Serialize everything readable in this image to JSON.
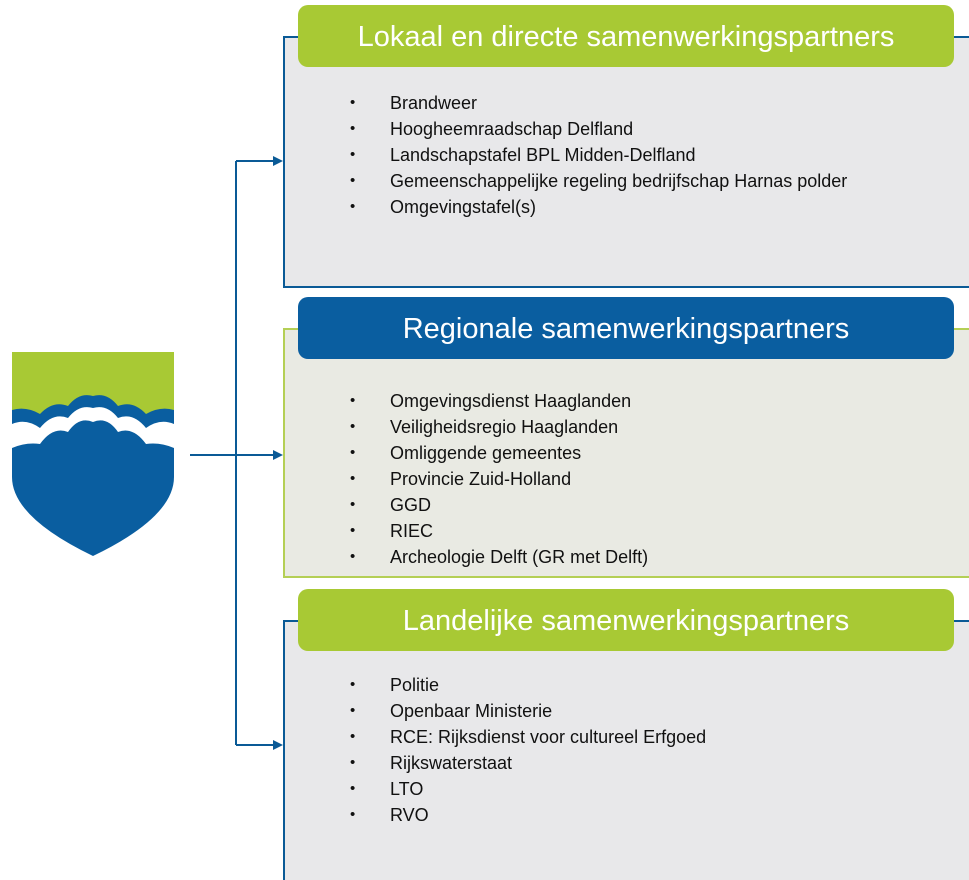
{
  "colors": {
    "green": "#a8c934",
    "blue": "#0a5ea0",
    "panel_gray": "#e8e8ea"
  },
  "logo": {
    "name": "shield-logo"
  },
  "groups": [
    {
      "title": "Lokaal en directe samenwerkingspartners",
      "items": [
        "Brandweer",
        "Hoogheemraadschap Delfland",
        "Landschapstafel BPL Midden-Delfland",
        "Gemeenschappelijke regeling bedrijfschap Harnas polder",
        "Omgevingstafel(s)"
      ]
    },
    {
      "title": "Regionale samenwerkingspartners",
      "items": [
        "Omgevingsdienst Haaglanden",
        "Veiligheidsregio Haaglanden",
        "Omliggende gemeentes",
        "Provincie Zuid-Holland",
        "GGD",
        "RIEC",
        "Archeologie Delft (GR met Delft)"
      ]
    },
    {
      "title": "Landelijke samenwerkingspartners",
      "items": [
        "Politie",
        "Openbaar Ministerie",
        "RCE: Rijksdienst voor cultureel Erfgoed",
        "Rijkswaterstaat",
        "LTO",
        "RVO"
      ]
    }
  ]
}
